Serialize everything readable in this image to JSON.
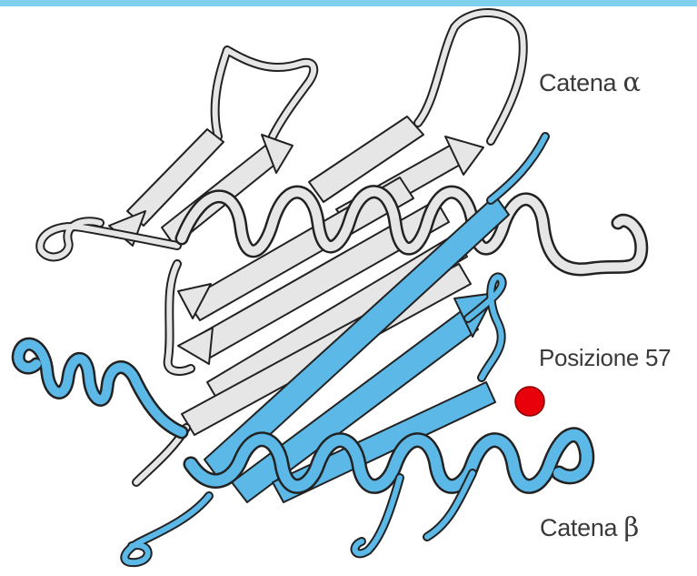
{
  "labels": {
    "chain_alpha": {
      "text": "Catena",
      "symbol": "α"
    },
    "chain_beta": {
      "text": "Catena",
      "symbol": "β"
    },
    "position": "Posizione 57"
  },
  "colors": {
    "alpha_chain": "#e6e6e6",
    "beta_chain": "#5cb8e6",
    "outline": "#222222",
    "position_marker": "#e8000a",
    "top_bar": "#7fd0ec"
  }
}
